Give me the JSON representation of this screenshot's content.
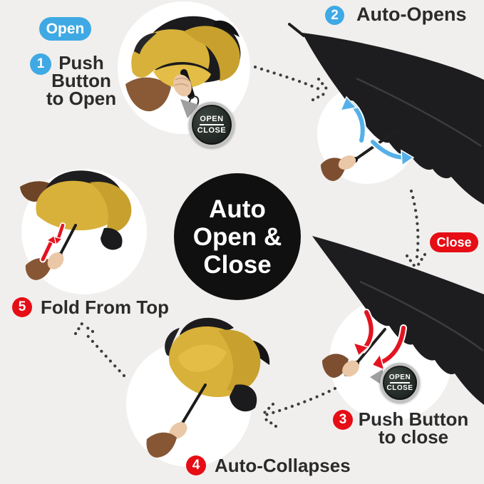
{
  "pills": {
    "open": "Open",
    "close": "Close"
  },
  "center": {
    "line1": "Auto",
    "line2": "Open &",
    "line3": "Close"
  },
  "button_badge": {
    "top": "OPEN",
    "bottom": "CLOSE"
  },
  "steps": {
    "s1": {
      "num": "1",
      "lines": [
        "Push",
        "Button",
        "to Open"
      ]
    },
    "s2": {
      "num": "2",
      "label": "Auto-Opens"
    },
    "s3": {
      "num": "3",
      "lines": [
        "Push Button",
        "to close"
      ]
    },
    "s4": {
      "num": "4",
      "label": "Auto-Collapses"
    },
    "s5": {
      "num": "5",
      "label": "Fold From Top"
    }
  },
  "colors": {
    "accent_blue": "#3fa9e4",
    "accent_red": "#e60d15",
    "background": "#f0efed",
    "center_circle": "#101010",
    "umbrella_yellow": "#d8b13a",
    "umbrella_black": "#1d1d1f",
    "dotted_path": "#3e3e3e"
  }
}
